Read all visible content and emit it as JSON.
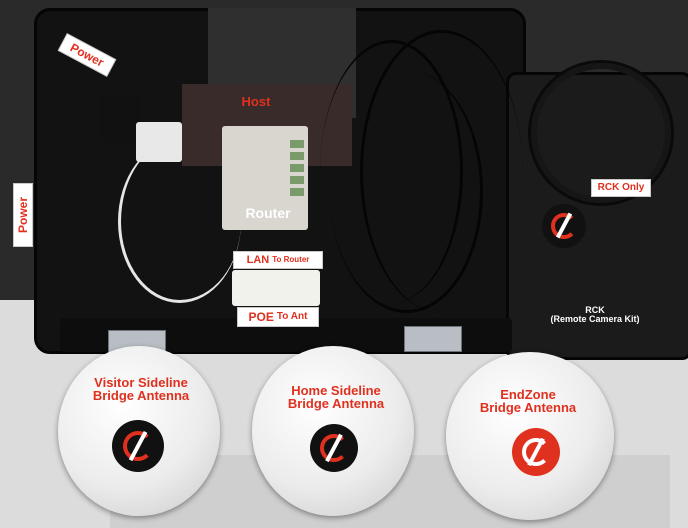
{
  "labels": {
    "power_top": "Power",
    "power_left": "Power",
    "host": "Host",
    "router": "Router",
    "lan_main": "LAN",
    "lan_sub": "To Router",
    "poe_main": "POE",
    "poe_sub": "To Ant",
    "rck_only": "RCK Only",
    "rck_line1": "RCK",
    "rck_line2": "(Remote Camera Kit)",
    "visitor_line1": "Visitor Sideline",
    "visitor_line2": "Bridge Antenna",
    "home_line1": "Home Sideline",
    "home_line2": "Bridge Antenna",
    "endzone_line1": "EndZone",
    "endzone_line2": "Bridge Antenna"
  },
  "colors": {
    "label_red": "#e0301e",
    "label_white": "#ffffff",
    "brand_red": "#e0301e"
  },
  "icons": [
    "brand-logo-icon"
  ]
}
